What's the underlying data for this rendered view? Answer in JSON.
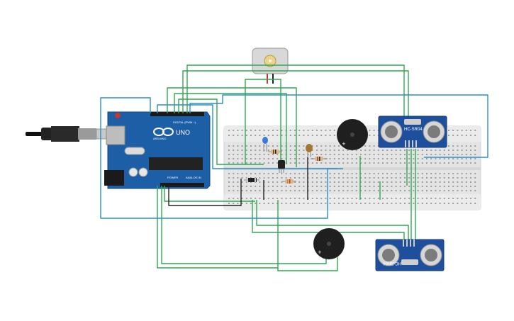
{
  "arduino": {
    "brand_text": "ARDUINO",
    "model_text": "UNO",
    "digital_header_text": "DIGITAL (PWM ~)",
    "power_text": "POWER",
    "analog_text": "ANALOG IN"
  },
  "sensors": {
    "top_label": "HC-SR04",
    "bottom_label": "HC-SR04"
  },
  "colors": {
    "wire_green": "#2fa84f",
    "wire_blue": "#2b8fc9",
    "wire_black": "#222222",
    "board_blue": "#1d5fa6",
    "breadboard": "#e6e6e6"
  }
}
